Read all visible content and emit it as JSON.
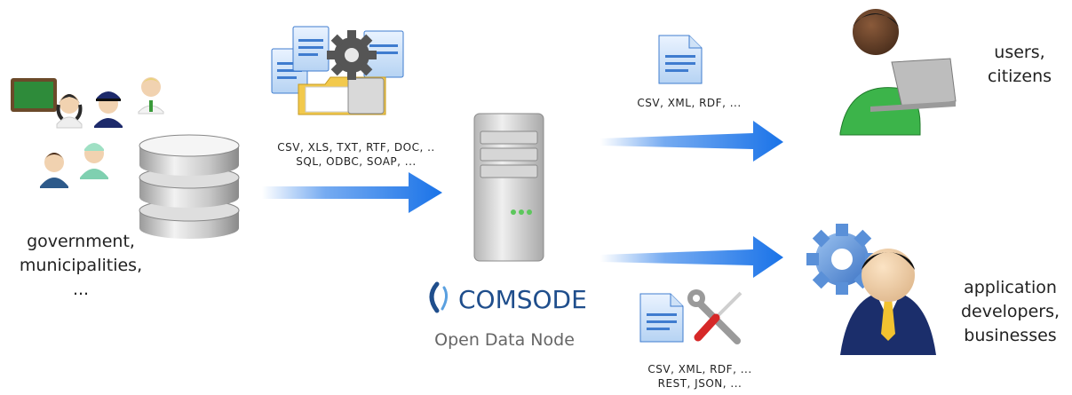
{
  "sources": {
    "label_lines": [
      "government,",
      "municipalities,",
      "..."
    ]
  },
  "input_formats": {
    "lines": [
      "CSV, XLS, TXT, RTF, DOC, ..",
      "SQL, ODBC, SOAP, ..."
    ]
  },
  "node": {
    "brand": "COMSODE",
    "subtitle": "Open Data Node"
  },
  "output_users": {
    "formats": "CSV, XML, RDF, ...",
    "label_lines": [
      "users,",
      "citizens"
    ]
  },
  "output_developers": {
    "format_lines": [
      "CSV, XML, RDF, ...",
      "REST, JSON, ..."
    ],
    "label_lines": [
      "application",
      "developers,",
      "businesses"
    ]
  },
  "colors": {
    "arrow": "#1a73e8",
    "brand_blue": "#1f4e8c",
    "subtitle_gray": "#666666"
  },
  "icons": [
    "blackboard-icon",
    "woman-icon",
    "police-officer-icon",
    "man-tie-icon",
    "man-icon",
    "nurse-icon",
    "database-icon",
    "documents-gear-folder-icon",
    "server-icon",
    "document-icon",
    "tools-icon",
    "user-laptop-icon",
    "developer-gear-icon",
    "comsode-logo-icon"
  ]
}
